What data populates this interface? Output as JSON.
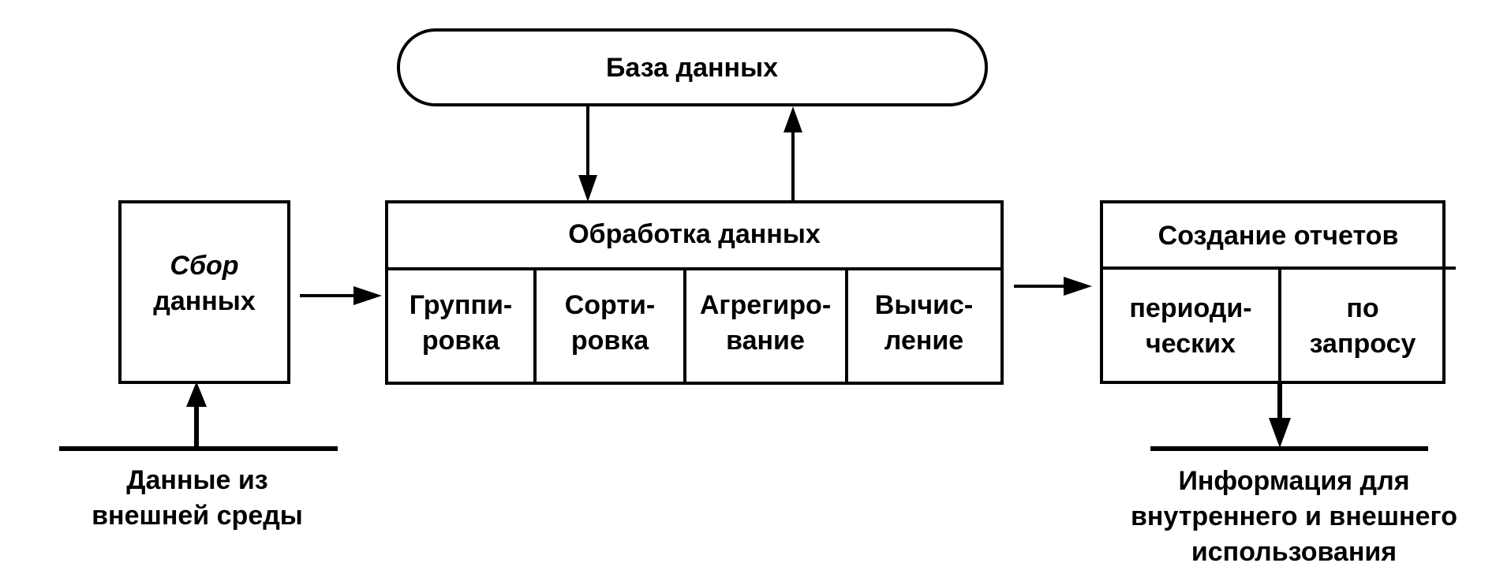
{
  "database": {
    "label": "База данных"
  },
  "collection": {
    "line1": "Сбор",
    "line2": "данных"
  },
  "processing": {
    "title": "Обработка данных",
    "steps": [
      {
        "line1": "Группи-",
        "line2": "ровка"
      },
      {
        "line1": "Сорти-",
        "line2": "ровка"
      },
      {
        "line1": "Агрегиро-",
        "line2": "вание"
      },
      {
        "line1": "Вычис-",
        "line2": "ление"
      }
    ]
  },
  "reports": {
    "title": "Создание отчетов",
    "types": [
      {
        "line1": "периоди-",
        "line2": "ческих"
      },
      {
        "line1": "по",
        "line2": "запросу"
      }
    ]
  },
  "external_input": {
    "line1": "Данные из",
    "line2": "внешней среды"
  },
  "output": {
    "line1": "Информация для",
    "line2": "внутреннего и внешнего",
    "line3": "использования"
  }
}
